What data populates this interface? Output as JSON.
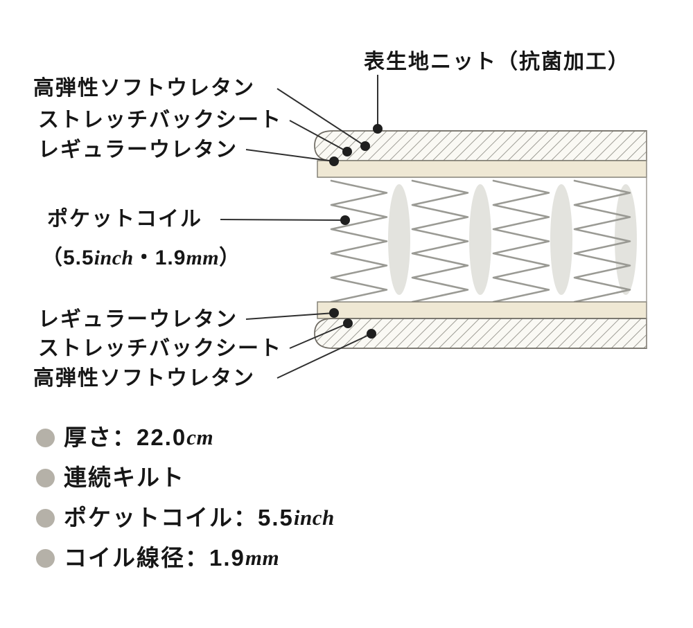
{
  "diagram": {
    "top_callout": {
      "label": "表生地ニット（抗菌加工）"
    },
    "upper_labels": [
      {
        "label": "高弾性ソフトウレタン"
      },
      {
        "label": "ストレッチバックシート"
      },
      {
        "label": "レギュラーウレタン"
      }
    ],
    "coil_callout": {
      "title": "ポケットコイル",
      "spec_open": "（5.5",
      "spec_unit1": "inch",
      "spec_mid": "・1.9",
      "spec_unit2": "mm",
      "spec_close": "）"
    },
    "lower_labels": [
      {
        "label": "レギュラーウレタン"
      },
      {
        "label": "ストレッチバックシート"
      },
      {
        "label": "高弾性ソフトウレタン"
      }
    ]
  },
  "specs": [
    {
      "label": "厚さ：",
      "value": "22.0",
      "unit": "cm"
    },
    {
      "label": "連続キルト",
      "value": "",
      "unit": ""
    },
    {
      "label": "ポケットコイル：",
      "value": "5.5",
      "unit": "inch"
    },
    {
      "label": "コイル線径：",
      "value": "1.9",
      "unit": "mm"
    }
  ],
  "colors": {
    "cream_layer": "#efe8d4",
    "hatch_line": "#8e8c84",
    "layer_outline": "#6e6a62",
    "spring": "#9a9a94",
    "pocket": "#e3e3de",
    "callout": "#1f1f1f",
    "bullet": "#b5b1a8",
    "text": "#161616"
  }
}
